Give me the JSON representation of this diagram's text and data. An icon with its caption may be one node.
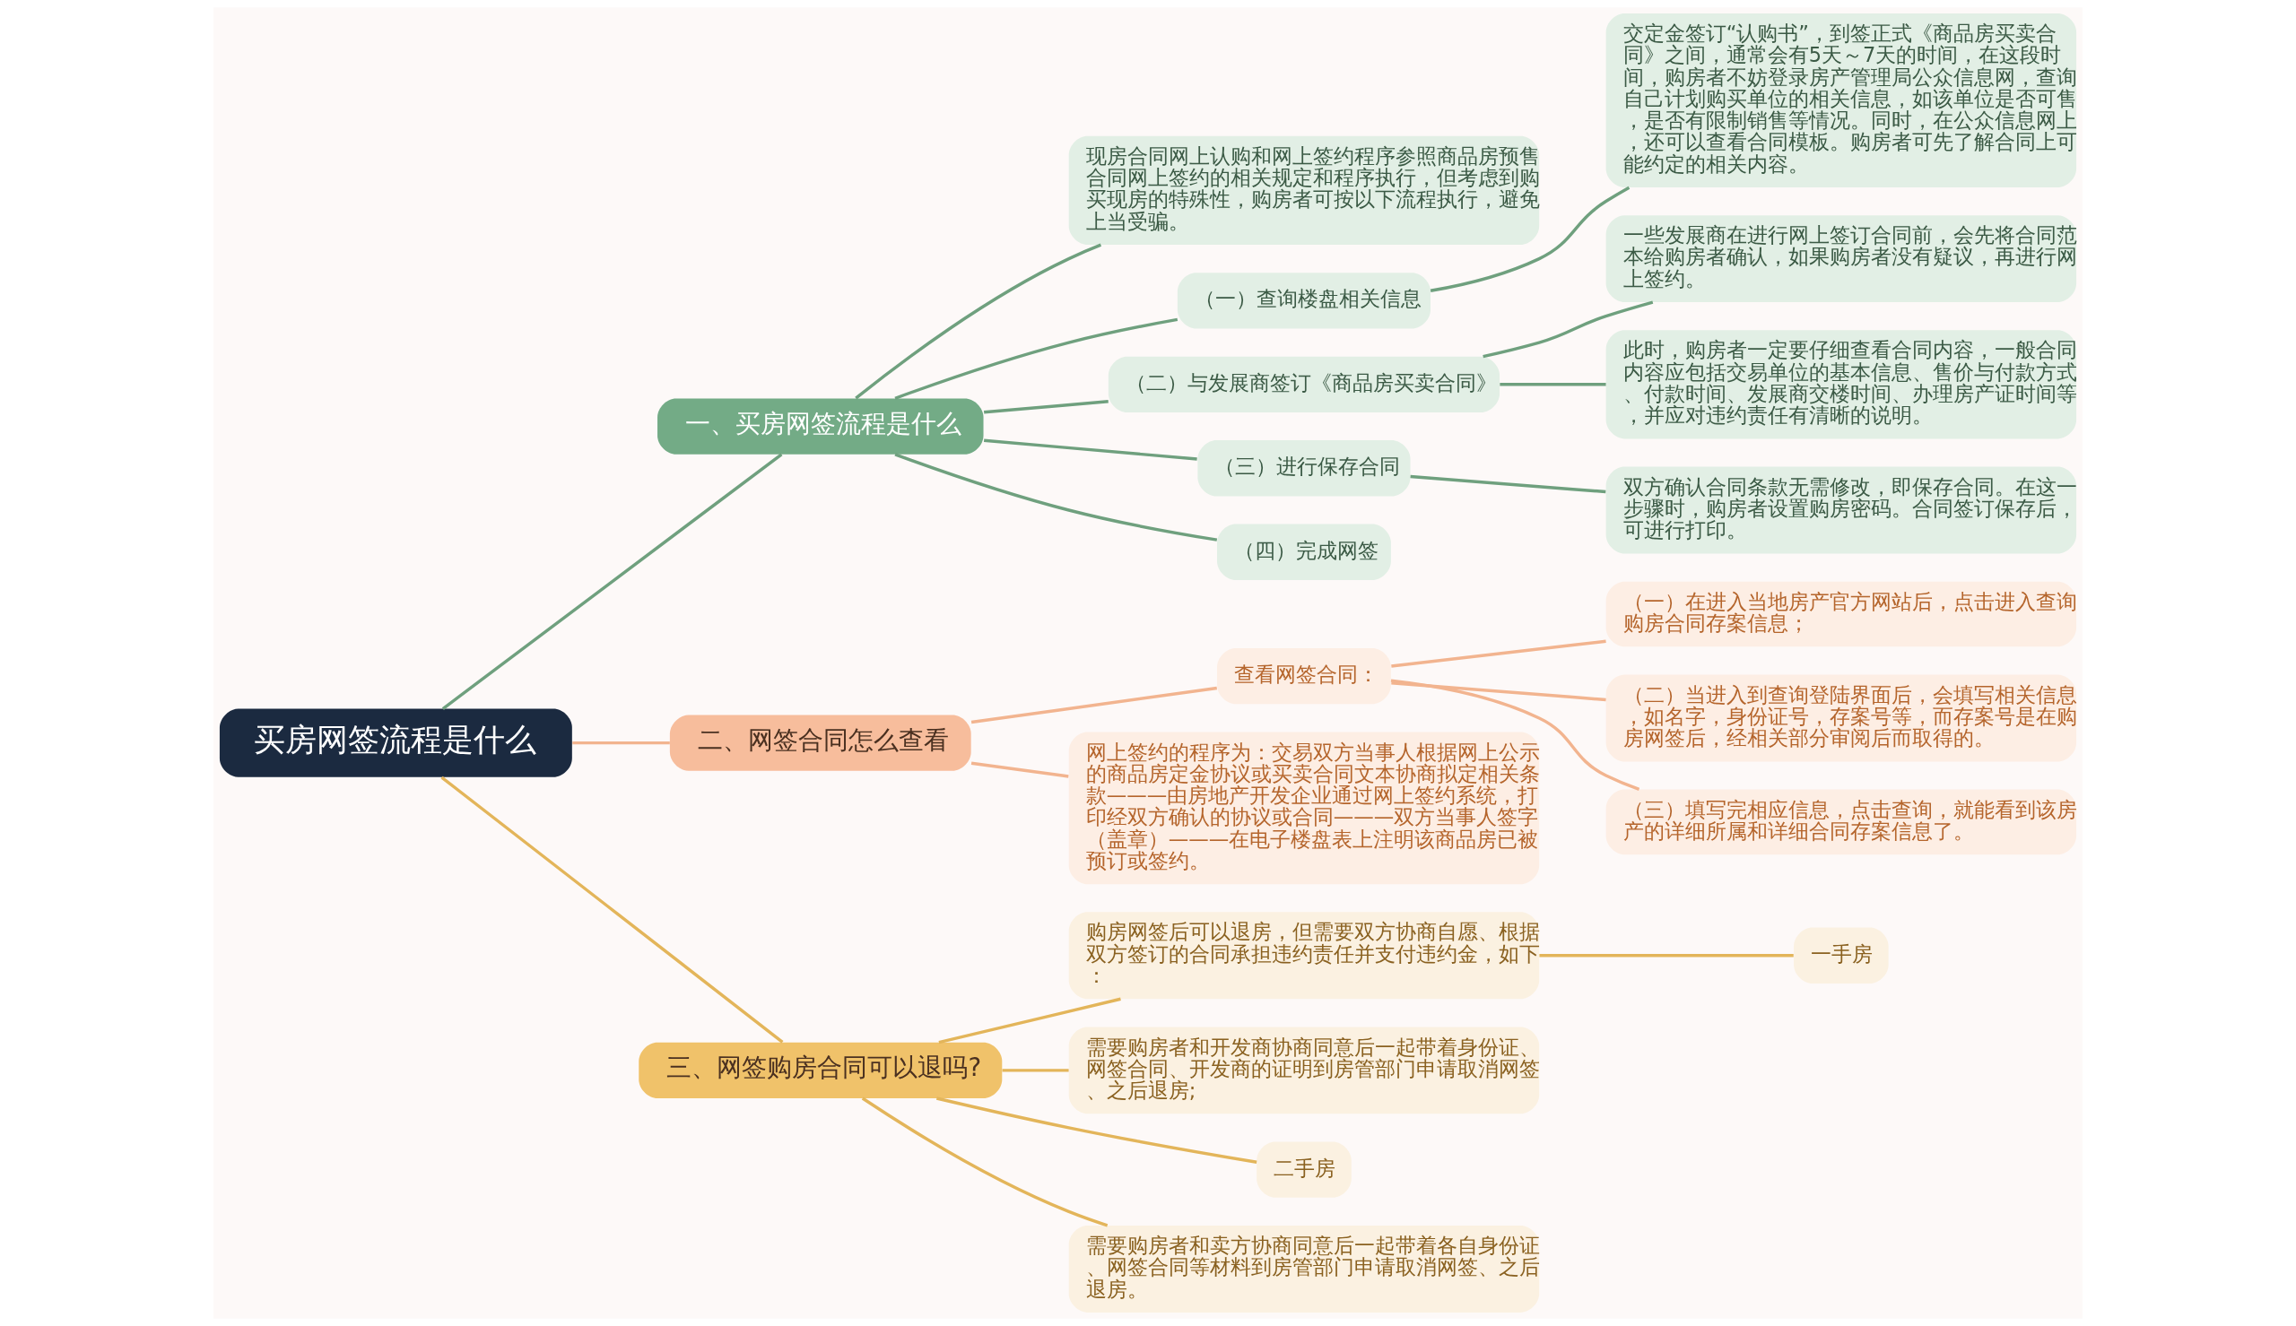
{
  "diagram": {
    "nodes": [
      {
        "text": [
          "买房网签流程是什么"
        ]
      },
      {
        "text": [
          "一、买房网签流程是什么"
        ]
      },
      {
        "text": [
          "现房合同网上认购和网上签约程序参照商品房预售合同网上签约的相关规定和程序执行，但考虑到购买现房的特殊性，购房者可按以下流程执行，避免上当受骗。"
        ]
      },
      {
        "text": [
          "（一）查询楼盘相关信息"
        ]
      },
      {
        "text": [
          "交定金签订“认购书”，到签正式《商品房买卖合同》之间，通常会有5天～7天的时间，在这段时间，购房者不妨登录房产管理局公众信息网，查询自己计划购买单位的相关信息，如该单位是否可售，是否有限制销售等情况。同时，在公众信息网上，还可以查看合同模板。购房者可先了解合同上可能约定的相关内容。"
        ]
      },
      {
        "text": [
          "（二）与发展商签订《商品房买卖合同》"
        ]
      },
      {
        "text": [
          "一些发展商在进行网上签订合同前，会先将合同范本给购房者确认，如果购房者没有疑议，再进行网上签约。"
        ]
      },
      {
        "text": [
          "此时，购房者一定要仔细查看合同内容，一般合同内容应包括交易单位的基本信息、售价与付款方式、付款时间、发展商交楼时间、办理房产证时间等，并应对违约责任有清晰的说明。"
        ]
      },
      {
        "text": [
          "（三）进行保存合同"
        ]
      },
      {
        "text": [
          "双方确认合同条款无需修改，即保存合同。在这一步骤时，购房者设置购房密码。合同签订保存后，可进行打印。"
        ]
      },
      {
        "text": [
          "（四）完成网签"
        ]
      },
      {
        "text": [
          "二、网签合同怎么查看"
        ]
      },
      {
        "text": [
          "查看网签合同："
        ]
      },
      {
        "text": [
          "（一）在进入当地房产官方网站后，点击进入查询购房合同存案信息；"
        ]
      },
      {
        "text": [
          "（二）当进入到查询登陆界面后，会填写相关信息，如名字，身份证号，存案号等，而存案号是在购房网签后，经相关部分审阅后而取得的。"
        ]
      },
      {
        "text": [
          "（三）填写完相应信息，点击查询，就能看到该房产的详细所属和详细合同存案信息了。"
        ]
      },
      {
        "text": [
          "网上签约的程序为：交易双方当事人根据网上公示的商品房定金协议或买卖合同文本协商拟定相关条款———由房地产开发企业通过网上签约系统，打印经双方确认的协议或合同———双方当事人签字（盖章）———在电子楼盘表上注明该商品房已被预订或签约。"
        ]
      },
      {
        "text": [
          "三、网签购房合同可以退吗?"
        ]
      },
      {
        "text": [
          "购房网签后可以退房，但需要双方协商自愿、根据双方签订的合同承担违约责任并支付违约金，如下："
        ]
      },
      {
        "text": [
          "一手房"
        ]
      },
      {
        "text": [
          "需要购房者和开发商协商同意后一起带着身份证、网签合同、开发商的证明到房管部门申请取消网签、之后退房;"
        ]
      },
      {
        "text": [
          "二手房"
        ]
      },
      {
        "text": [
          "需要购房者和卖方协商同意后一起带着各自身份证、网签合同等材料到房管部门申请取消网签、之后退房。"
        ]
      }
    ],
    "edges": [
      {
        "from": 0,
        "to": 1,
        "arrow": "none"
      },
      {
        "from": 1,
        "to": 2,
        "arrow": "none"
      },
      {
        "from": 1,
        "to": 3,
        "arrow": "none"
      },
      {
        "from": 3,
        "to": 4,
        "arrow": "none"
      },
      {
        "from": 1,
        "to": 5,
        "arrow": "none"
      },
      {
        "from": 5,
        "to": 6,
        "arrow": "none"
      },
      {
        "from": 5,
        "to": 7,
        "arrow": "none"
      },
      {
        "from": 1,
        "to": 8,
        "arrow": "none"
      },
      {
        "from": 8,
        "to": 9,
        "arrow": "none"
      },
      {
        "from": 1,
        "to": 10,
        "arrow": "none"
      },
      {
        "from": 0,
        "to": 11,
        "arrow": "none",
        "color": "#f2b48f"
      },
      {
        "from": 11,
        "to": 12,
        "arrow": "none",
        "color": "#f2b48f"
      },
      {
        "from": 12,
        "to": 13,
        "arrow": "none",
        "color": "#f2b48f"
      },
      {
        "from": 12,
        "to": 14,
        "arrow": "none",
        "color": "#f2b48f"
      },
      {
        "from": 12,
        "to": 15,
        "arrow": "none",
        "color": "#f2b48f"
      },
      {
        "from": 11,
        "to": 16,
        "arrow": "none",
        "color": "#f2b48f"
      },
      {
        "from": 0,
        "to": 17,
        "arrow": "none",
        "color": "#e3b55a"
      },
      {
        "from": 17,
        "to": 18,
        "arrow": "none",
        "color": "#e3b55a"
      },
      {
        "from": 18,
        "to": 19,
        "arrow": "none",
        "color": "#e3b55a"
      },
      {
        "from": 17,
        "to": 20,
        "arrow": "none",
        "color": "#e3b55a"
      },
      {
        "from": 17,
        "to": 21,
        "arrow": "none",
        "color": "#e3b55a"
      },
      {
        "from": 17,
        "to": 22,
        "arrow": "none",
        "color": "#e3b55a"
      }
    ]
  }
}
